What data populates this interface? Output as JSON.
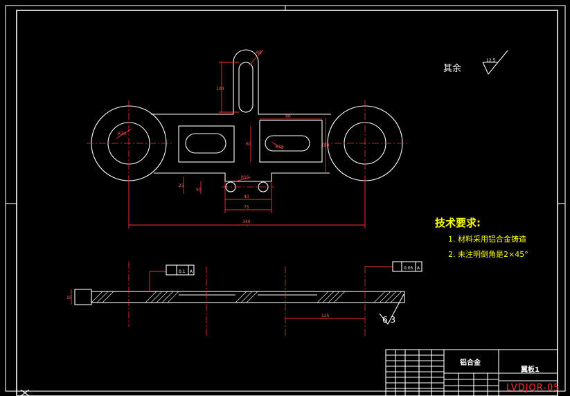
{
  "drawing": {
    "roughness_note": {
      "label": "其余",
      "symbol_value": "12.5"
    },
    "tech_requirements": {
      "title": "技术要求:",
      "items": [
        "1. 材料采用铝合金铸造",
        "2. 未注明倒角是2×45°"
      ]
    },
    "dimensions": {
      "overall_length": "340",
      "slot_height": "100",
      "slot_width": "R8",
      "pocket_width": "90",
      "pocket_height": "60",
      "pocket_inner": "R15",
      "boss_radius": "R70",
      "tab_spacing_1": "40",
      "tab_spacing_2": "75",
      "tab_radius": "R10",
      "tab_offset_1": "25",
      "tab_offset_2": "50",
      "body_height": "100",
      "section_thickness": "15",
      "section_dim": "125",
      "right_roughness": "6.3",
      "flatness_tol": "0.1",
      "parallel_tol": "0.05",
      "datum": "A"
    },
    "title_block": {
      "material": "铝合金",
      "part_name": "翼板1",
      "drawing_code": "LVDJQR-05"
    }
  }
}
